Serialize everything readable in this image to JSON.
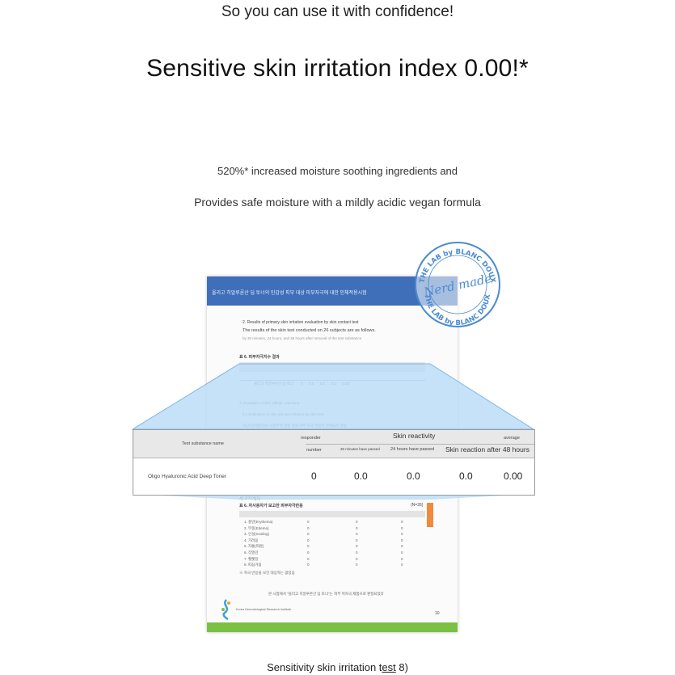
{
  "header": {
    "top_line": "So you can use it with confidence!",
    "headline": "Sensitive skin irritation index 0.00!*"
  },
  "description": {
    "line1": "520%* increased moisture soothing ingredients and",
    "line2": "Provides safe moisture with a mildly acidic vegan formula"
  },
  "stamp": {
    "text_outer": "THE LAB by BLANC DOUX",
    "script": "Nerd made"
  },
  "report": {
    "section_title": "2. Results of primary skin irritation evaluation by skin contact test",
    "section_line1": "The results of the skin test conducted on 26 subjects are as follows.",
    "page_number": "10",
    "table_title": "표 6. 피부자극지수 결과",
    "table2_title": "표 6. 자사용자가 보고한 피부자극반응",
    "table2_count": "(N=26)",
    "note": "세 고지에(1)"
  },
  "magnified_table": {
    "col_name": "Test substance name",
    "col_responder": "responder",
    "col_responder_sub": "number",
    "col_group": "Skin reactivity",
    "col_30min": "30 minutes have passed",
    "col_24h": "24 hours have passed",
    "col_48h": "Skin reaction after 48 hours",
    "col_avg": "average",
    "row_name": "Oligo Hyaluronic Acid Deep Toner",
    "row_responder": "0",
    "row_30min": "0.0",
    "row_24h": "0.0",
    "row_48h": "0.0",
    "row_avg": "0.00"
  },
  "caption": {
    "pre": "Sensitivity skin irritation t",
    "underlined": "est",
    "post": " 8)"
  },
  "colors": {
    "doc_header": "#3f6fb8",
    "zoom_fill": "#b9dcf7",
    "stamp": "#4a8bd0",
    "bottom_bar": "#7cc043"
  }
}
